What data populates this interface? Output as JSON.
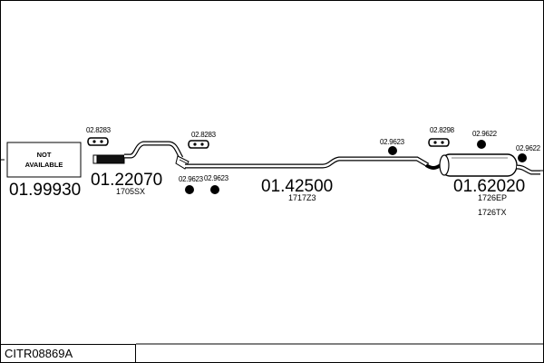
{
  "diagram": {
    "parts": [
      {
        "id": "p1",
        "number": "01.99930",
        "sub": ""
      },
      {
        "id": "p2",
        "number": "01.22070",
        "sub": "1705SX"
      },
      {
        "id": "p3",
        "number": "01.42500",
        "sub": "1717Z3"
      },
      {
        "id": "p4",
        "number": "01.62020",
        "sub": "1726EP",
        "sub2": "1726TX"
      }
    ],
    "not_available_line1": "NOT",
    "not_available_line2": "AVAILABLE",
    "accessories": {
      "a1": "02.8283",
      "a2": "02.8283",
      "a3": "02.9623",
      "a4": "02.9623",
      "a5": "02.9623",
      "a6": "02.8298",
      "a7": "02.9622",
      "a8": "02.9622"
    }
  },
  "footer": {
    "reference": "CITR08869A"
  }
}
